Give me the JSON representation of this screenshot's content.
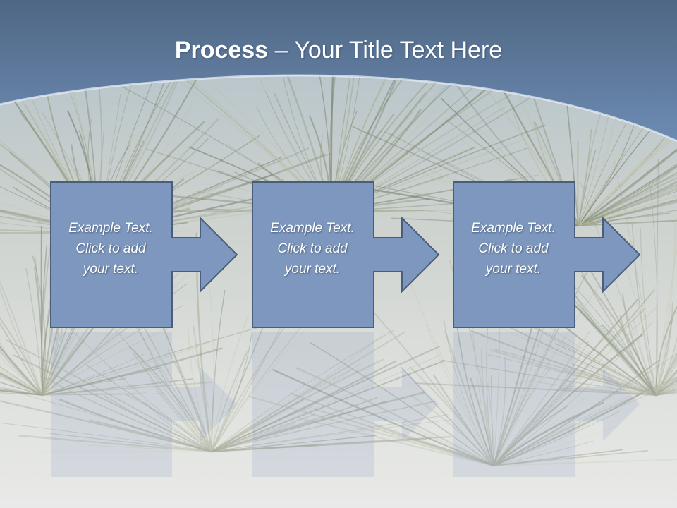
{
  "slide": {
    "title_bold": "Process",
    "title_rest": " – Your Title Text Here"
  },
  "steps": [
    {
      "lines": [
        "Example Text.",
        "Click  to add",
        "your text."
      ]
    },
    {
      "lines": [
        "Example Text.",
        "Click  to add",
        "your text."
      ]
    },
    {
      "lines": [
        "Example Text.",
        "Click  to add",
        "your text."
      ]
    }
  ],
  "colors": {
    "header_top": "#4f6b90",
    "header_bottom": "#6d8bb3",
    "box_fill": "#7d97be",
    "box_stroke": "#4a5d7c",
    "text": "#ffffff"
  }
}
